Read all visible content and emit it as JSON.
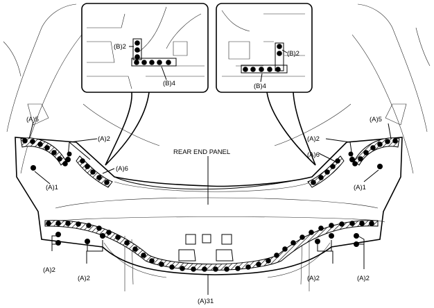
{
  "labels": {
    "title": "REAR END PANEL",
    "a5_left": "(A)5",
    "a5_right": "(A)5",
    "a2_upper_left": "(A)2",
    "a2_upper_right": "(A)2",
    "a6_left": "(A)6",
    "a6_right": "(A)6",
    "a1_left": "(A)1",
    "a1_right": "(A)1",
    "a2_low_1": "(A)2",
    "a2_low_2": "(A)2",
    "a2_low_3": "(A)2",
    "a2_low_4": "(A)2",
    "a31": "(A)31",
    "inset_left_b2": "(B)2",
    "inset_left_b4": "(B)4",
    "inset_right_b2": "(B)2",
    "inset_right_b4": "(B)4"
  },
  "colors": {
    "ink": "#000000",
    "paper": "#ffffff"
  }
}
